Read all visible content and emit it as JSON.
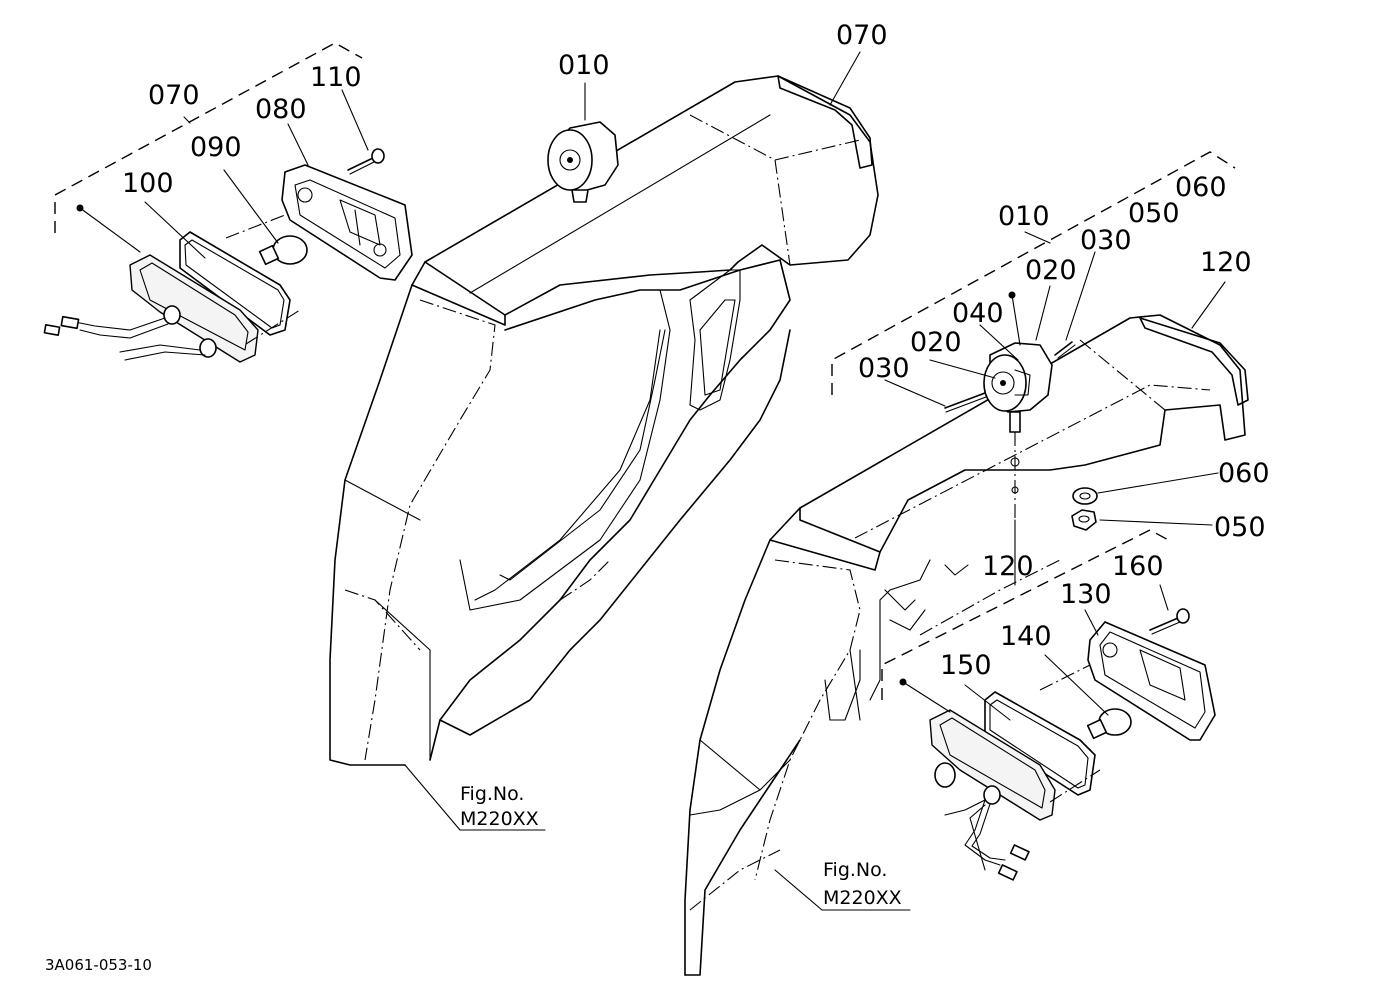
{
  "figure_refs": {
    "left": {
      "fig_label": "Fig.No.",
      "fig_code": "M220XX"
    },
    "right": {
      "fig_label": "Fig.No.",
      "fig_code": "M220XX"
    }
  },
  "document_code": "3A061-053-10",
  "part_labels": {
    "left_070": "070",
    "left_110": "110",
    "left_080": "080",
    "left_090": "090",
    "left_100": "100",
    "top_010": "010",
    "top_070": "070",
    "right_010": "010",
    "right_060_top": "060",
    "right_050_top": "050",
    "right_030_top": "030",
    "right_020_top": "020",
    "right_040": "040",
    "right_020": "020",
    "right_030": "030",
    "right_120_top": "120",
    "right_060": "060",
    "right_050": "050",
    "right_120_mid": "120",
    "right_160": "160",
    "right_130": "130",
    "right_140": "140",
    "right_150": "150"
  }
}
